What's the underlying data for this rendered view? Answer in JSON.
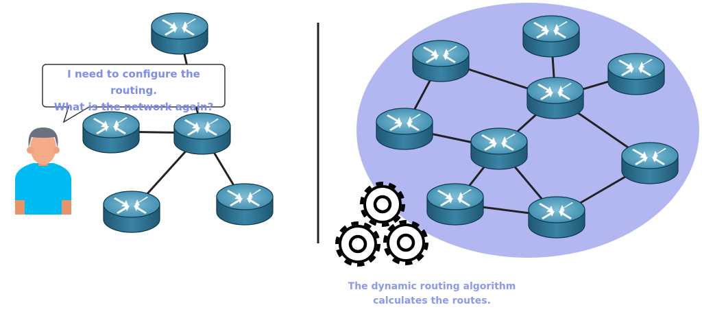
{
  "speech_bubble": {
    "line1": "I need to configure the routing.",
    "line2": "What is the network again?"
  },
  "caption": {
    "line1": "The dynamic routing algorithm",
    "line2": "calculates the routes."
  },
  "colors": {
    "text_accent": "#7d8ef0",
    "network_cloud": "#b2b7f1",
    "router_body": "#2f7393",
    "router_top": "#4f98b8"
  }
}
